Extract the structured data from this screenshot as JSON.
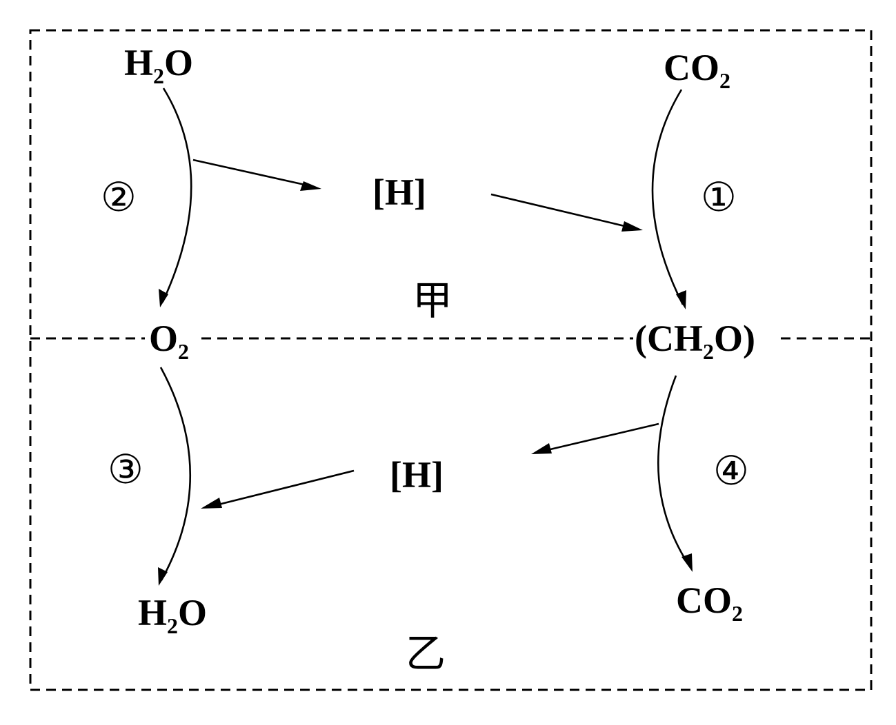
{
  "labels": {
    "top_left": {
      "main": "H",
      "sub": "2",
      "tail": "O"
    },
    "top_right": {
      "main": "CO",
      "sub": "2"
    },
    "h_top": "[H]",
    "mid_left": {
      "main": "O",
      "sub": "2"
    },
    "mid_right": {
      "pre": "(CH",
      "sub": "2",
      "tail": "O)"
    },
    "h_bottom": "[H]",
    "bottom_left": {
      "main": "H",
      "sub": "2",
      "tail": "O"
    },
    "bottom_right": {
      "main": "CO",
      "sub": "2"
    },
    "region_top": "甲",
    "region_bottom": "乙"
  },
  "steps": {
    "one": "①",
    "two": "②",
    "three": "③",
    "four": "④"
  },
  "colors": {
    "line": "#000000",
    "background": "#ffffff"
  }
}
